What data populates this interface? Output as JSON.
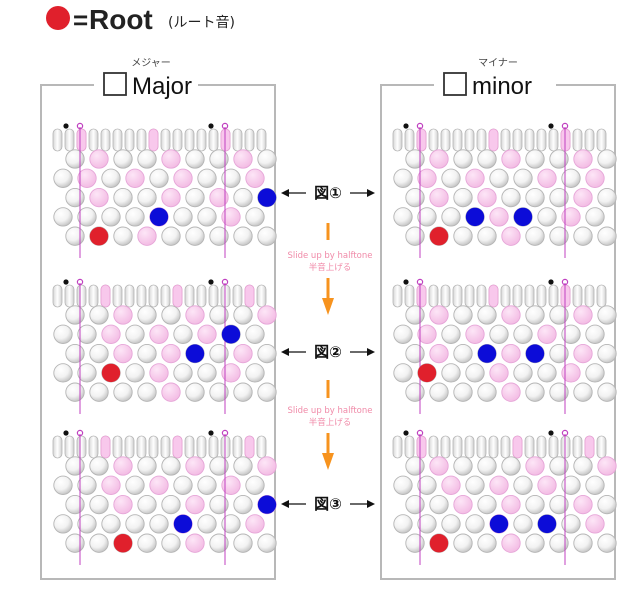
{
  "legend": {
    "prefix": "=",
    "root_label": "Root",
    "root_note_jp": "(ルート音)",
    "root_color": "#e0202c"
  },
  "panels": [
    {
      "key": "major",
      "title": "Major",
      "ruby": "メジャー"
    },
    {
      "key": "minor",
      "title": "minor",
      "ruby": "マイナー"
    }
  ],
  "figure_labels": [
    "図①",
    "図②",
    "図③"
  ],
  "shift_label_en": "Slide up by halftone",
  "shift_label_jp": "半音上げる",
  "colors": {
    "root": "#e0202c",
    "chord_tone": "#0c0cd8",
    "highlight": "#f8c8ec",
    "highlight_line": "#c040c0",
    "arrow_orange": "#f7931e",
    "shift_text": "#f08aa8",
    "button": "#ffffff",
    "button_edge": "#b5b5b5",
    "frame": "#b8b8b8"
  },
  "diagrams": {
    "major": [
      {
        "root": [
          4,
          1
        ],
        "chord": [
          [
            3,
            4
          ],
          [
            2,
            8
          ]
        ],
        "highlight": [
          [
            0,
            1
          ],
          [
            1,
            1
          ],
          [
            2,
            1
          ],
          [
            1,
            3
          ],
          [
            2,
            4
          ],
          [
            3,
            4
          ],
          [
            4,
            3
          ],
          [
            0,
            4
          ],
          [
            1,
            5
          ],
          [
            2,
            6
          ],
          [
            3,
            7
          ],
          [
            0,
            7
          ],
          [
            1,
            8
          ],
          [
            2,
            9
          ]
        ]
      },
      {
        "root": [
          3,
          2
        ],
        "chord": [
          [
            2,
            5
          ],
          [
            1,
            7
          ]
        ],
        "highlight": [
          [
            0,
            2
          ],
          [
            1,
            2
          ],
          [
            2,
            2
          ],
          [
            1,
            4
          ],
          [
            2,
            4
          ],
          [
            3,
            4
          ],
          [
            4,
            4
          ],
          [
            0,
            5
          ],
          [
            1,
            6
          ],
          [
            2,
            7
          ],
          [
            3,
            7
          ],
          [
            0,
            8
          ],
          [
            1,
            9
          ],
          [
            2,
            9
          ]
        ]
      },
      {
        "root": [
          4,
          2
        ],
        "chord": [
          [
            3,
            5
          ],
          [
            2,
            8
          ]
        ],
        "highlight": [
          [
            0,
            2
          ],
          [
            1,
            2
          ],
          [
            2,
            2
          ],
          [
            1,
            4
          ],
          [
            2,
            5
          ],
          [
            3,
            5
          ],
          [
            4,
            5
          ],
          [
            0,
            5
          ],
          [
            1,
            7
          ],
          [
            2,
            8
          ],
          [
            3,
            8
          ],
          [
            0,
            8
          ],
          [
            1,
            9
          ],
          [
            2,
            10
          ]
        ]
      }
    ],
    "minor": [
      {
        "root": [
          4,
          1
        ],
        "chord": [
          [
            3,
            3
          ],
          [
            3,
            5
          ]
        ],
        "highlight": [
          [
            0,
            1
          ],
          [
            1,
            1
          ],
          [
            2,
            1
          ],
          [
            1,
            3
          ],
          [
            2,
            3
          ],
          [
            3,
            4
          ],
          [
            4,
            4
          ],
          [
            0,
            4
          ],
          [
            1,
            6
          ],
          [
            2,
            7
          ],
          [
            3,
            7
          ],
          [
            0,
            7
          ],
          [
            1,
            8
          ],
          [
            2,
            9
          ]
        ]
      },
      {
        "root": [
          3,
          1
        ],
        "chord": [
          [
            2,
            3
          ],
          [
            2,
            5
          ]
        ],
        "highlight": [
          [
            0,
            1
          ],
          [
            1,
            1
          ],
          [
            2,
            1
          ],
          [
            1,
            3
          ],
          [
            2,
            4
          ],
          [
            3,
            4
          ],
          [
            4,
            4
          ],
          [
            0,
            4
          ],
          [
            1,
            6
          ],
          [
            2,
            7
          ],
          [
            3,
            7
          ],
          [
            0,
            7
          ],
          [
            1,
            9
          ],
          [
            2,
            9
          ]
        ]
      },
      {
        "root": [
          4,
          1
        ],
        "chord": [
          [
            3,
            4
          ],
          [
            3,
            6
          ]
        ],
        "highlight": [
          [
            0,
            1
          ],
          [
            1,
            2
          ],
          [
            2,
            2
          ],
          [
            1,
            4
          ],
          [
            2,
            4
          ],
          [
            3,
            4
          ],
          [
            4,
            4
          ],
          [
            0,
            5
          ],
          [
            1,
            6
          ],
          [
            2,
            7
          ],
          [
            3,
            8
          ],
          [
            0,
            8
          ],
          [
            1,
            9
          ],
          [
            2,
            10
          ]
        ]
      }
    ]
  }
}
